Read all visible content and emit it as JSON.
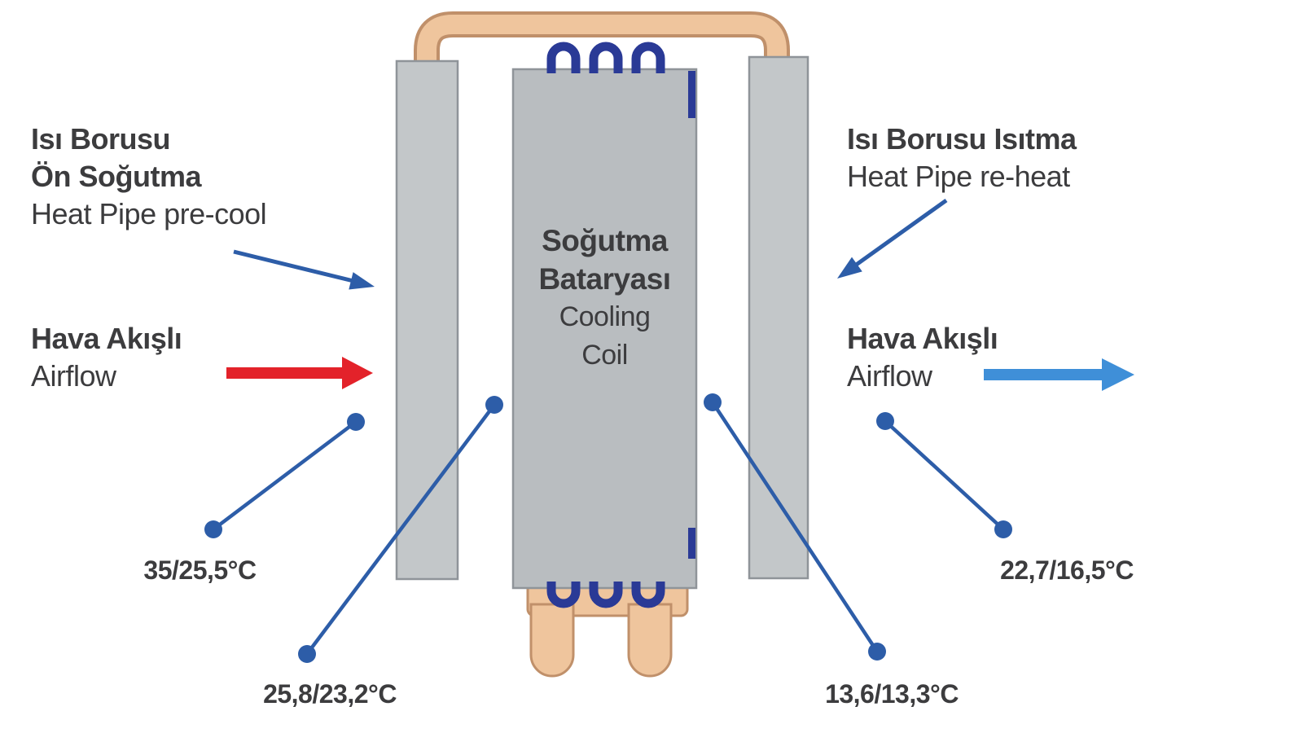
{
  "colors": {
    "background": "#ffffff",
    "blue": "#2d5da8",
    "light_blue": "#3f8fd8",
    "red": "#e3222a",
    "dark_blue": "#2a3a96",
    "panel_gray": "#c3c7c9",
    "panel_border": "#8f9499",
    "coil_gray": "#b9bdc0",
    "copper": "#efc59d",
    "copper_border": "#c0906a",
    "text": "#3c3c3e"
  },
  "labels": {
    "pre_cool": {
      "title_line1": "Isı Borusu",
      "title_line2": "Ön Soğutma",
      "subtitle": "Heat Pipe pre-cool"
    },
    "airflow_in": {
      "title": "Hava Akışlı",
      "subtitle": "Airflow"
    },
    "re_heat": {
      "title": "Isı Borusu Isıtma",
      "subtitle": "Heat Pipe re-heat"
    },
    "airflow_out": {
      "title": "Hava Akışlı",
      "subtitle": "Airflow"
    },
    "cooling_coil": {
      "title_line1": "Soğutma",
      "title_line2": "Bataryası",
      "subtitle_line1": "Cooling",
      "subtitle_line2": "Coil"
    }
  },
  "temperatures": {
    "intake": "35/25,5°C",
    "after_precool": "25,8/23,2°C",
    "after_coil": "13,6/13,3°C",
    "supply": "22,7/16,5°C"
  }
}
